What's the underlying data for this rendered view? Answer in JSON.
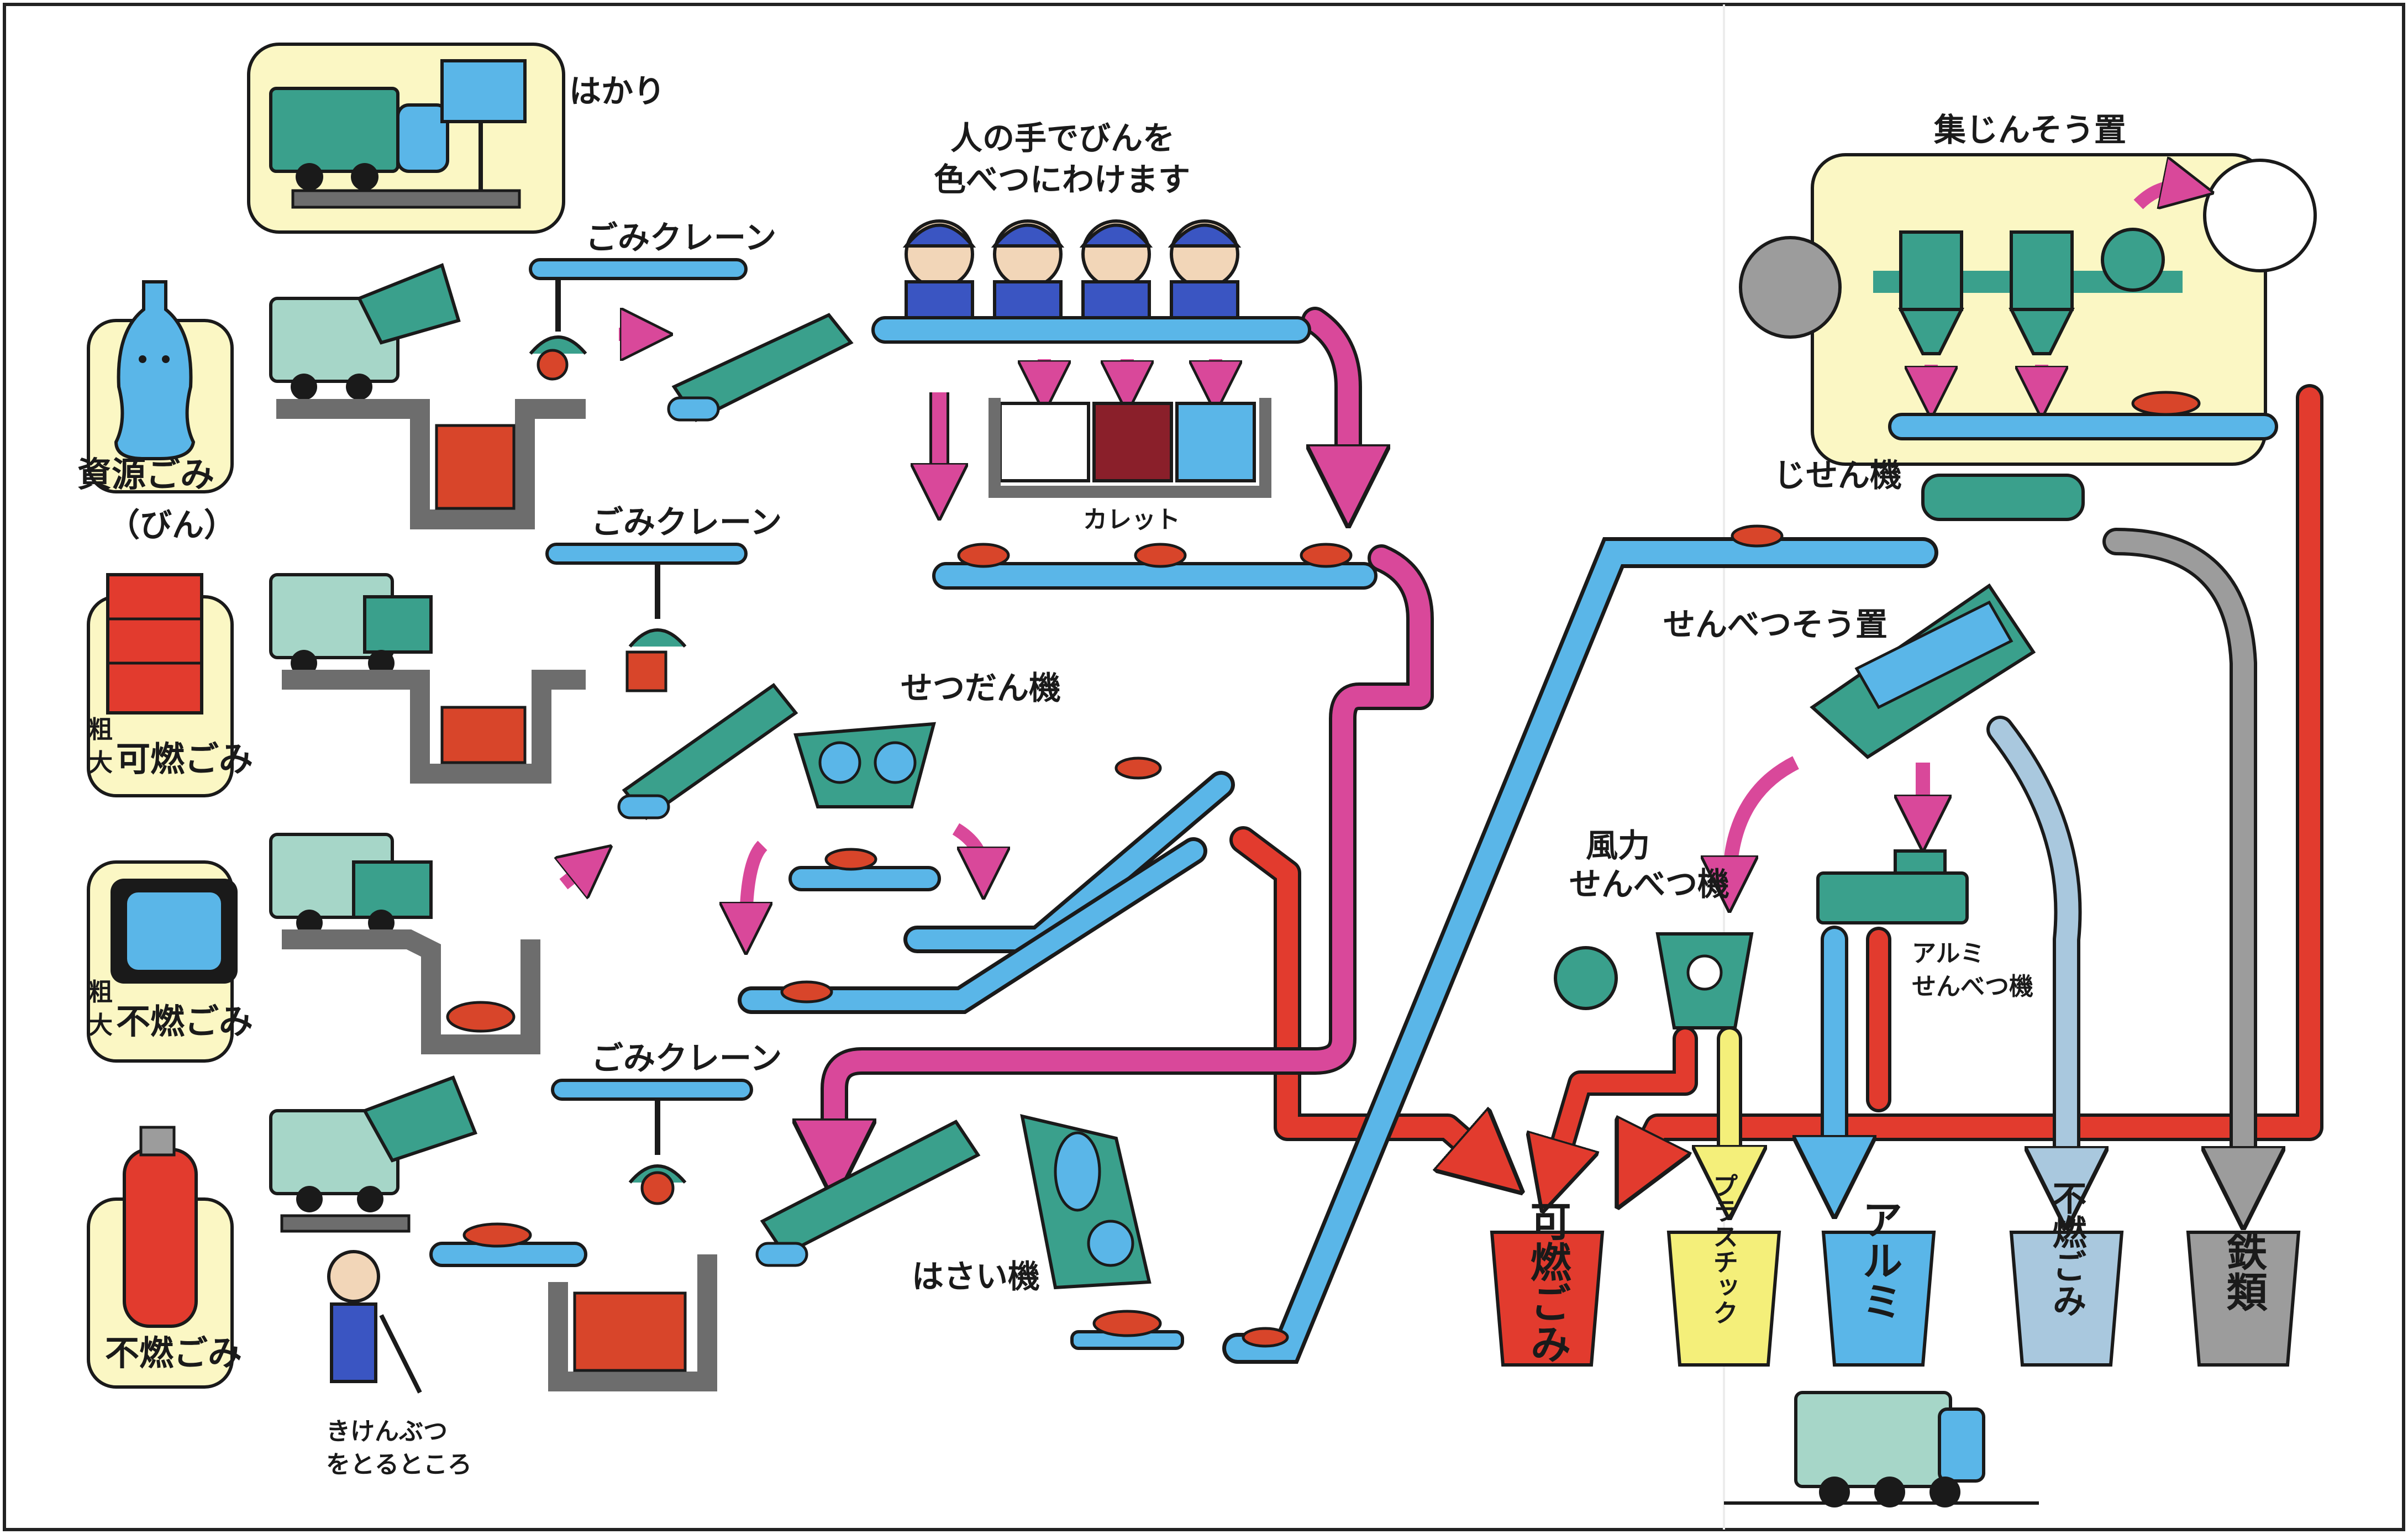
{
  "categories": {
    "bottles": {
      "line1": "資源ごみ",
      "line2": "（びん）"
    },
    "bulky_combustible": {
      "prefix": "粗",
      "prefix2": "大",
      "main": "可燃ごみ"
    },
    "bulky_noncombustible": {
      "prefix": "粗",
      "prefix2": "大",
      "main": "不燃ごみ"
    },
    "noncombustible": {
      "main": "不燃ごみ"
    }
  },
  "machines": {
    "scale": "はかり",
    "crane1": "ごみクレーン",
    "crane2": "ごみクレーン",
    "crane3": "ごみクレーン",
    "sorting_note_line1": "人の手でびんを",
    "sorting_note_line2": "色べつにわけます",
    "cullet": "カレット",
    "shredder": "せつだん機",
    "crusher": "はさい機",
    "dust_collector": "集じんそう置",
    "magnetic_separator": "じせん機",
    "sorting_device": "せんべつそう置",
    "wind_sorter_line1": "風力",
    "wind_sorter_line2": "せんべつ機",
    "aluminum_sorter_line1": "アルミ",
    "aluminum_sorter_line2": "せんべつ機",
    "hazard_line1": "きけんぶつ",
    "hazard_line2": "をとるところ"
  },
  "bins": [
    {
      "label": "可燃ごみ",
      "color": "#e23b2e"
    },
    {
      "label": "プラスチック",
      "color": "#f4ef7a"
    },
    {
      "label": "アルミ",
      "color": "#5ab6e8"
    },
    {
      "label": "不燃ごみ",
      "color": "#a9c8de"
    },
    {
      "label": "鉄類",
      "color": "#9c9c9c"
    }
  ],
  "colors": {
    "belt_blue": "#5ab6e8",
    "machine_green": "#3aa08c",
    "arrow_pink": "#d9489a",
    "pipe_red": "#e23b2e",
    "pipe_gray": "#9c9c9c",
    "panel_yellow": "#fbf7c4",
    "pit_gray": "#6d6d6d",
    "waste_orange": "#d8452a"
  }
}
